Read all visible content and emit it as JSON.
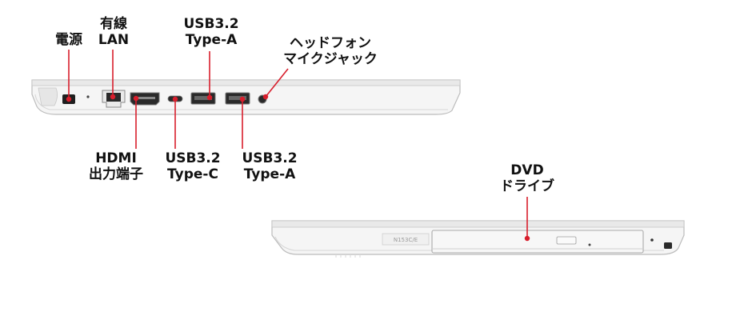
{
  "labels": {
    "power": [
      "電源"
    ],
    "lan": [
      "有線",
      "LAN"
    ],
    "usb_a_top": [
      "USB3.2",
      "Type-A"
    ],
    "headphone": [
      "ヘッドフォン",
      "マイクジャック"
    ],
    "hdmi": [
      "HDMI",
      "出力端子"
    ],
    "usb_c": [
      "USB3.2",
      "Type-C"
    ],
    "usb_a_bottom": [
      "USB3.2",
      "Type-A"
    ],
    "dvd": [
      "DVD",
      "ドライブ"
    ]
  },
  "model_plate": "N153C/E",
  "colors": {
    "leader": "#d81e2c",
    "body": "#f4f4f4",
    "outline": "#b9b9b9"
  }
}
